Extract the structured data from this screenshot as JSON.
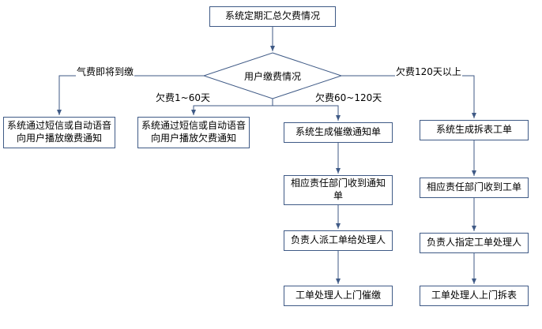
{
  "colors": {
    "line": "#3f5a86",
    "box_fill": "#ffffff",
    "background": "#ffffff",
    "text": "#000000"
  },
  "flow": {
    "start": "系统定期汇总欠费情况",
    "decision": "用户缴费情况",
    "branches": [
      {
        "label": "气费即将到缴",
        "steps": [
          "系统通过短信或自动语音向用户播放缴费通知"
        ]
      },
      {
        "label": "欠费1~60天",
        "steps": [
          "系统通过短信或自动语音向用户播放欠费通知"
        ]
      },
      {
        "label": "欠费60~120天",
        "steps": [
          "系统生成催缴通知单",
          "相应责任部门收到通知单",
          "负责人派工单给处理人",
          "工单处理人上门催缴"
        ]
      },
      {
        "label": "欠费120天以上",
        "steps": [
          "系统生成拆表工单",
          "相应责任部门收到工单",
          "负责人指定工单处理人",
          "工单处理人上门拆表"
        ]
      }
    ]
  }
}
